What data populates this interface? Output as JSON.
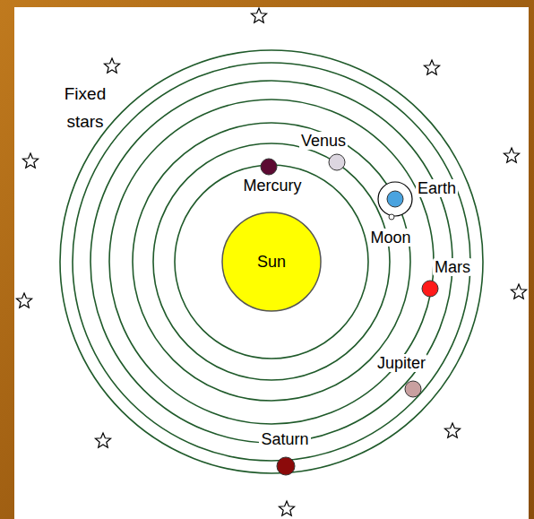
{
  "diagram": {
    "nodes": [
      {
        "text": [
          "Venus"
        ]
      },
      {
        "text": [
          "Mercury"
        ]
      },
      {
        "text": [
          "Earth"
        ]
      },
      {
        "text": [
          "Moon"
        ]
      },
      {
        "text": [
          "Sun"
        ]
      },
      {
        "text": [
          "Mars"
        ]
      },
      {
        "text": [
          "Jupiter"
        ]
      },
      {
        "text": [
          "Saturn"
        ]
      }
    ],
    "labels": [
      "Fixed stars"
    ]
  }
}
